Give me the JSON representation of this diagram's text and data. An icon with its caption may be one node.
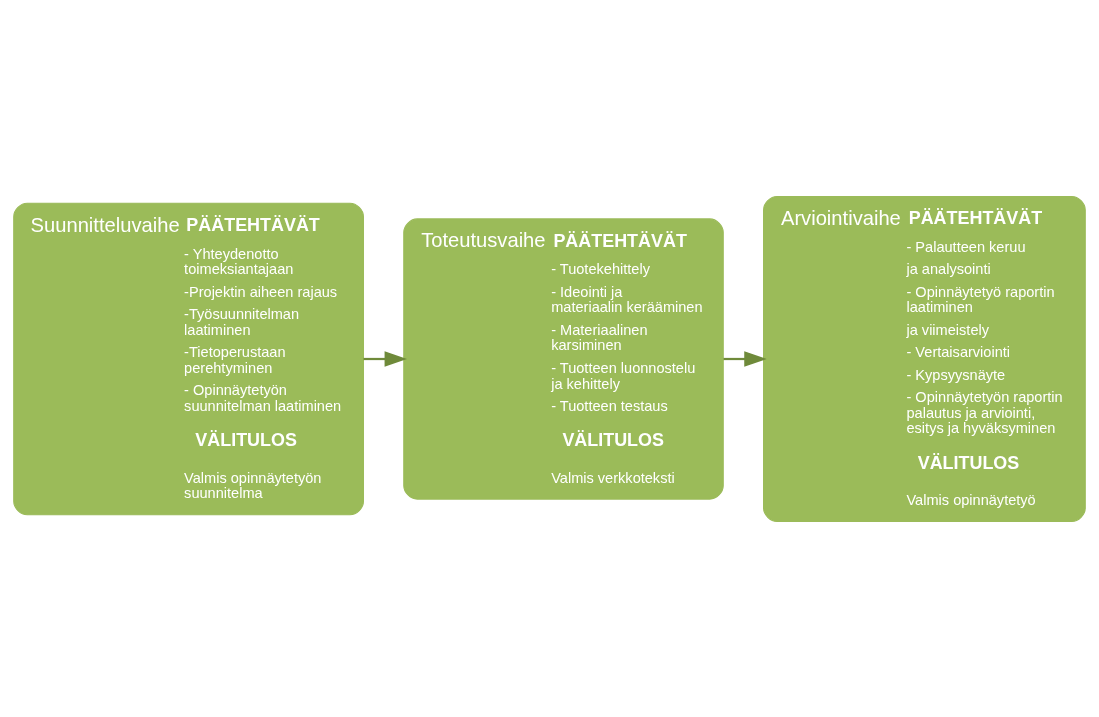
{
  "diagram": {
    "nodes": [
      {
        "text": [
          "Suunnitteluvaihe",
          "PÄÄTEHTÄVÄT",
          "- Yhteydenotto toimeksiantajaan",
          "-Projektin aiheen rajaus",
          "-Työsuunnitelman laatiminen",
          "-Tietoperustaan perehtyminen",
          "- Opinnäytetyön suunnitelman laatiminen",
          "VÄLITULOS",
          "Valmis opinnäytetyön suunnitelma"
        ]
      },
      {
        "text": [
          "Toteutusvaihe",
          "PÄÄTEHTÄVÄT",
          "- Tuotekehittely",
          "- Ideointi ja materiaalin kerääminen",
          "- Materiaalinen karsiminen",
          "- Tuotteen luonnostelu ja kehittely",
          "- Tuotteen testaus",
          "VÄLITULOS",
          "Valmis verkkoteksti"
        ]
      },
      {
        "text": [
          "Arviointivaihe",
          "PÄÄTEHTÄVÄT",
          "- Palautteen keruu",
          "ja analysointi",
          "- Opinnäytetyö raportin laatiminen",
          "ja viimeistely",
          "- Vertaisarviointi",
          "- Kypsyysnäyte",
          "- Opinnäytetyön raportin palautus ja arviointi, esitys ja hyväksyminen",
          "VÄLITULOS",
          "Valmis opinnäytetyö"
        ]
      }
    ],
    "edges": [
      {
        "from": 0,
        "to": 1,
        "arrow": "to"
      },
      {
        "from": 1,
        "to": 2,
        "arrow": "to"
      }
    ]
  }
}
